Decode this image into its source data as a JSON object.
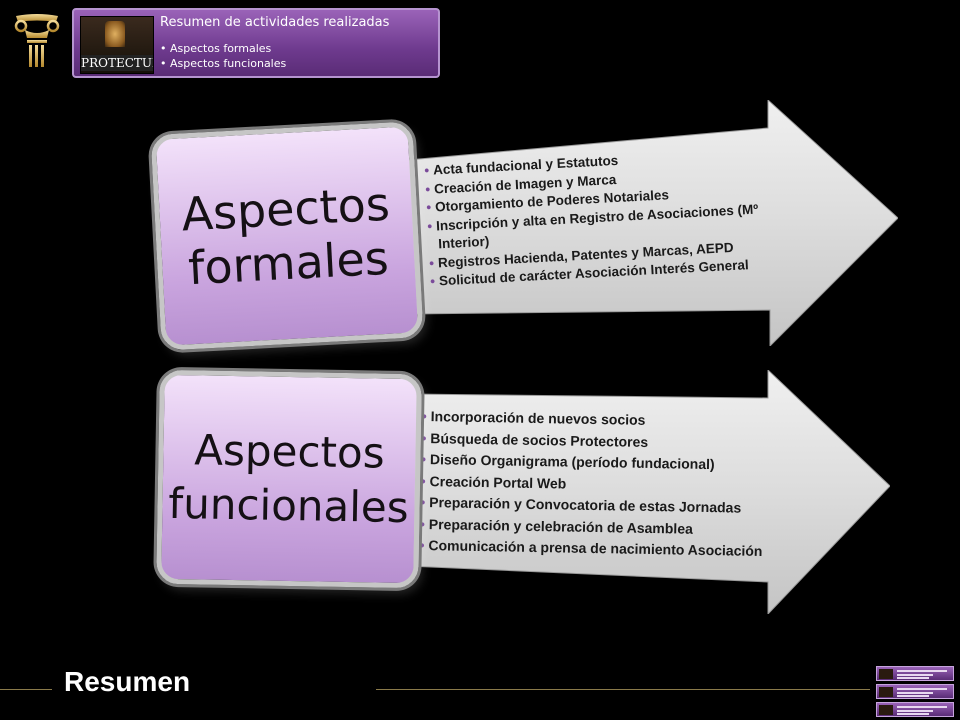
{
  "header": {
    "title": "Resumen de actividades realizadas",
    "thumbnail_text": "PROTECTURI",
    "bullets": [
      "Aspectos formales",
      "Aspectos funcionales"
    ]
  },
  "sections": [
    {
      "title": "Aspectos\nformales",
      "items": [
        "Acta fundacional y Estatutos",
        "Creación de Imagen y Marca",
        "Otorgamiento de Poderes Notariales",
        "Inscripción y alta en  Registro de Asociaciones (Mº",
        "Interior)",
        "Registros Hacienda, Patentes y Marcas, AEPD",
        "Solicitud de carácter Asociación Interés General"
      ]
    },
    {
      "title": "Aspectos\nfuncionales",
      "items": [
        "Incorporación de nuevos socios",
        "Búsqueda de socios Protectores",
        "Diseño Organigrama  (período fundacional)",
        "Creación Portal Web",
        "Preparación y Convocatoria de estas Jornadas",
        "Preparación y celebración de Asamblea",
        "Comunicación a prensa  de nacimiento Asociación"
      ]
    }
  ],
  "footer": {
    "label": "Resumen"
  },
  "colors": {
    "accent": "#6e3a8e",
    "box": "#c9a4de",
    "arrow": "#dcdcdc"
  }
}
